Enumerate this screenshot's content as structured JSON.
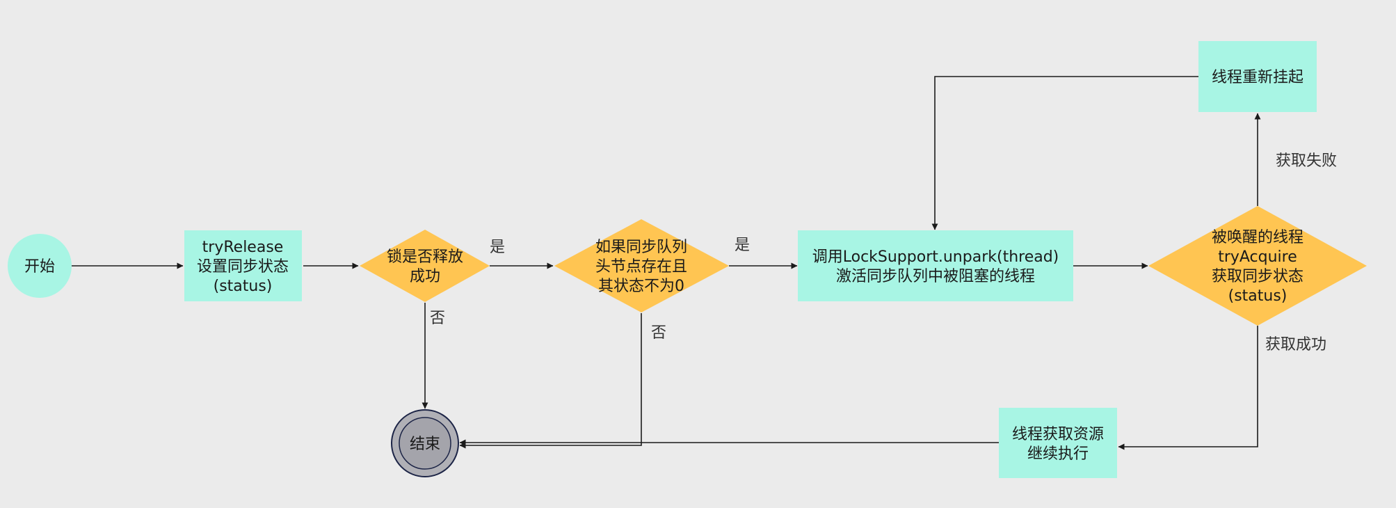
{
  "colors": {
    "process_fill": "#a8f5e4",
    "decision_fill": "#ffc552",
    "start_fill": "#a8f5e4",
    "end_outer": "#b0b0b6",
    "end_inner": "#a4a4ab",
    "end_stroke": "#1c2446",
    "line": "#1a1a1a",
    "background": "#ebebeb"
  },
  "nodes": {
    "start": {
      "lines": [
        "开始"
      ]
    },
    "try_release": {
      "lines": [
        "tryRelease",
        "设置同步状态",
        "(status)"
      ]
    },
    "lock_released": {
      "lines": [
        "锁是否释放",
        "成功"
      ]
    },
    "head_node_check": {
      "lines": [
        "如果同步队列",
        "头节点存在且",
        "其状态不为0"
      ]
    },
    "unpark": {
      "lines": [
        "调用LockSupport.unpark(thread)",
        "激活同步队列中被阻塞的线程"
      ]
    },
    "try_acquire": {
      "lines": [
        "被唤醒的线程",
        "tryAcquire",
        "获取同步状态",
        "(status)"
      ]
    },
    "resuspend": {
      "lines": [
        "线程重新挂起"
      ]
    },
    "continue_exec": {
      "lines": [
        "线程获取资源",
        "继续执行"
      ]
    },
    "end": {
      "lines": [
        "结束"
      ]
    }
  },
  "edge_labels": {
    "lock_yes": "是",
    "lock_no": "否",
    "head_yes": "是",
    "head_no": "否",
    "acquire_fail": "获取失败",
    "acquire_success": "获取成功"
  }
}
